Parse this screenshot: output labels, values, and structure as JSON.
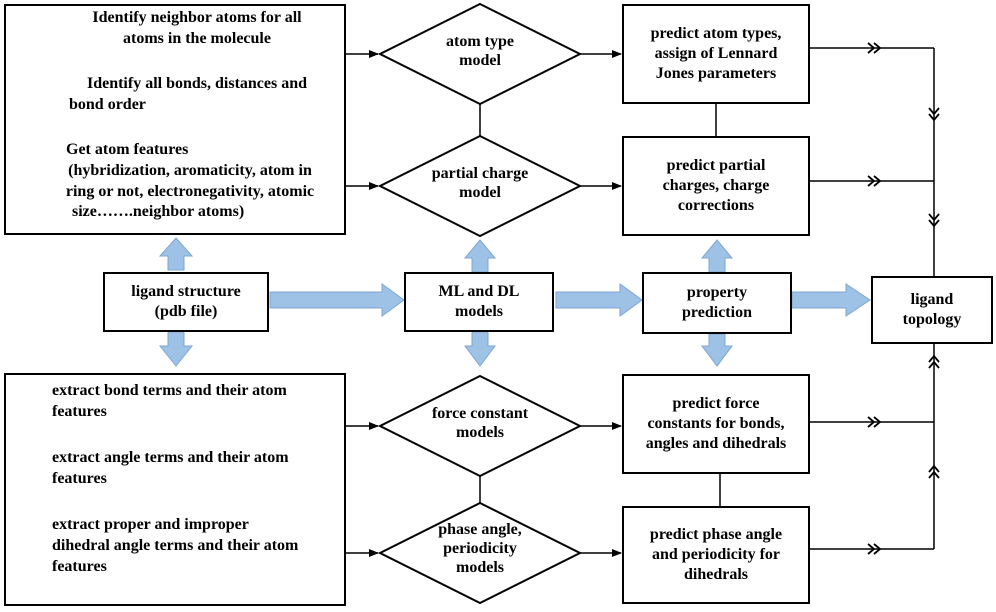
{
  "colors": {
    "line": "#000000",
    "block_arrow": "#9ec2e6",
    "block_arrow_stroke": "#7da6d3"
  },
  "top_box": {
    "items": [
      {
        "line1": "Identify neighbor atoms for all",
        "line2": "atoms in the molecule"
      },
      {
        "line1": "Identify all bonds,  distances and",
        "line2": "bond order"
      },
      {
        "line1": "Get atom features",
        "line2": "(hybridization, aromaticity, atom in",
        "line3": "ring or not,  electronegativity, atomic",
        "line4": "size…….neighbor atoms)"
      }
    ]
  },
  "bottom_box": {
    "items": [
      {
        "line1": "extract bond terms and their atom",
        "line2": "features"
      },
      {
        "line1": "extract angle terms and their atom",
        "line2": "features"
      },
      {
        "line1": "extract proper and improper",
        "line2": "dihedral angle terms and their atom",
        "line3": "features"
      }
    ]
  },
  "nodes": {
    "ligand_structure": {
      "line1": "ligand structure",
      "line2": "(pdb file)"
    },
    "ml_dl": {
      "line1": "ML and DL",
      "line2": "models"
    },
    "property_prediction": {
      "line1": "property",
      "line2": "prediction"
    },
    "ligand_topology": {
      "line1": "ligand",
      "line2": "topology"
    }
  },
  "diamonds": {
    "atom_type": {
      "line1": "atom type",
      "line2": "model"
    },
    "partial_charge": {
      "line1": "partial charge",
      "line2": "model"
    },
    "force_constant": {
      "line1": "force constant",
      "line2": "models"
    },
    "phase_angle": {
      "line1": "phase angle,",
      "line2": "periodicity",
      "line3": "models"
    }
  },
  "predict_boxes": {
    "atom_types": {
      "line1": "predict atom types,",
      "line2": "assign of Lennard",
      "line3": "Jones parameters"
    },
    "partial_charges": {
      "line1": "predict partial",
      "line2": "charges, charge",
      "line3": "corrections"
    },
    "force_constants": {
      "line1": "predict force",
      "line2": "constants for bonds,",
      "line3": "angles and dihedrals"
    },
    "phase_angle": {
      "line1": "predict phase angle",
      "line2": "and periodicity for",
      "line3": "dihedrals"
    }
  }
}
